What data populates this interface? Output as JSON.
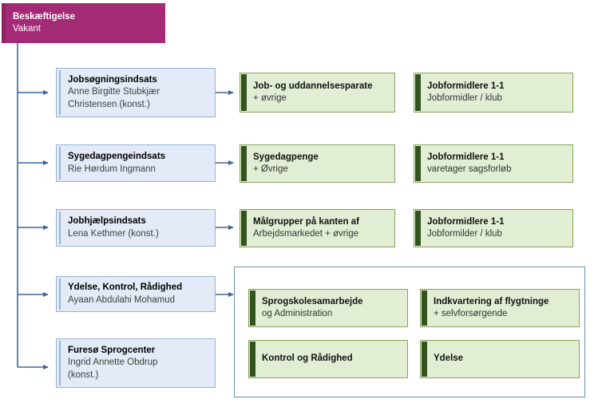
{
  "root": {
    "title": "Beskæftigelse",
    "subtitle": "Vakant",
    "color": "#a32a74"
  },
  "colors": {
    "root_fill": "#a32a74",
    "blue_fill": "#e2ebf7",
    "blue_border": "#95b3d7",
    "green_fill": "#e2eed4",
    "green_border": "#86a35f",
    "green_accent": "#33541e",
    "connector": "#3f6593"
  },
  "branches": [
    {
      "manager": {
        "title": "Jobsøgningsindsats",
        "line1": "Anne Birgitte Stubkjær",
        "line2": "Christensen (konst.)"
      },
      "functions": [
        {
          "title": "Job- og uddannelsesparate",
          "sub": "+ øvrige"
        },
        {
          "title": "Jobformidlere 1-1",
          "sub": "Jobformidler / klub"
        }
      ]
    },
    {
      "manager": {
        "title": "Sygedagpengeindsats",
        "line1": "Rie Hørdum Ingmann",
        "line2": ""
      },
      "functions": [
        {
          "title": "Sygedagpenge",
          "sub": "+ Øvrige"
        },
        {
          "title": "Jobformidlere 1-1",
          "sub": "varetager sagsforløb"
        }
      ]
    },
    {
      "manager": {
        "title": "Jobhjælpsindsats",
        "line1": "Lena Kethmer (konst.)",
        "line2": ""
      },
      "functions": [
        {
          "title": "Målgrupper på kanten af",
          "sub": "Arbejdsmarkedet + øvrige"
        },
        {
          "title": "Jobformidlere 1-1",
          "sub": "Jobformilder / klub"
        }
      ]
    },
    {
      "manager": {
        "title": "Ydelse, Kontrol, Rådighed",
        "line1": "Ayaan Abdulahi Mohamud",
        "line2": ""
      },
      "functions": []
    },
    {
      "manager": {
        "title": "Furesø Sprogcenter",
        "line1": "Ingrid Annette Obdrup",
        "line2": "(konst.)"
      },
      "functions": []
    }
  ],
  "shared_group": {
    "functions": [
      {
        "title": "Sprogskolesamarbejde",
        "sub": "og Administration"
      },
      {
        "title": "Indkvartering af flygtninge",
        "sub": "+ selvforsørgende"
      },
      {
        "title": "Kontrol og Rådighed",
        "sub": ""
      },
      {
        "title": "Ydelse",
        "sub": ""
      }
    ]
  }
}
